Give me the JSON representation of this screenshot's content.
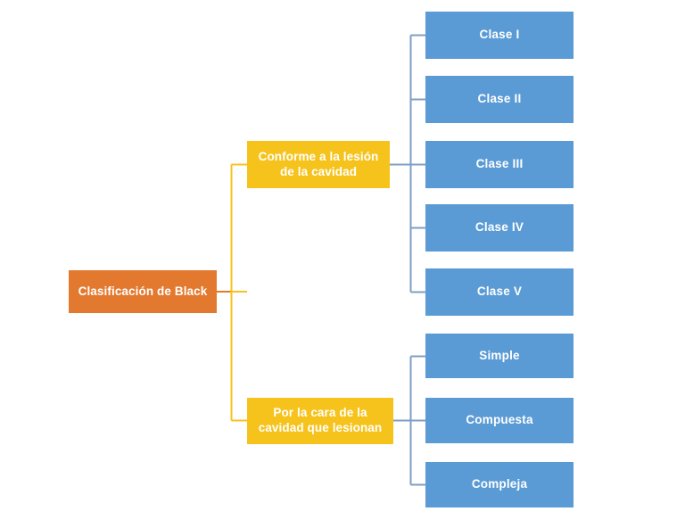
{
  "diagram": {
    "title": "Clasificación de Black",
    "type": "hierarchy-tree",
    "orientation": "left-to-right",
    "colors": {
      "root_fill": "#e3792f",
      "branch_fill": "#f6c31c",
      "leaf_fill": "#5b9bd5",
      "root_connector": "#e3792f",
      "branch_connector": "#f6c31c",
      "leaf_connector": "#7c9fc4",
      "text": "#ffffff",
      "background": "#ffffff"
    },
    "root": {
      "label": "Clasificación de Black"
    },
    "branches": [
      {
        "label": "Conforme a la lesión\nde la cavidad",
        "leaves": [
          {
            "label": "Clase I"
          },
          {
            "label": "Clase II"
          },
          {
            "label": "Clase III"
          },
          {
            "label": "Clase IV"
          },
          {
            "label": "Clase V"
          }
        ]
      },
      {
        "label": "Por la cara de la\ncavidad que lesionan",
        "leaves": [
          {
            "label": "Simple"
          },
          {
            "label": "Compuesta"
          },
          {
            "label": "Compleja"
          }
        ]
      }
    ]
  }
}
